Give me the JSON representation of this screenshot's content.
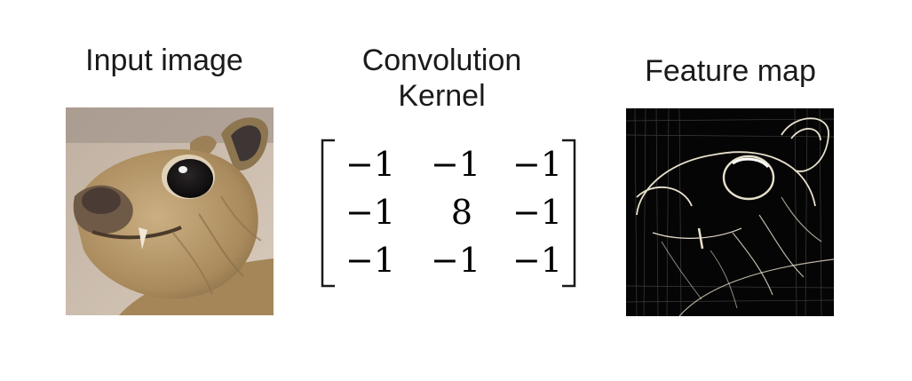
{
  "labels": {
    "input": "Input image",
    "conv_line1": "Convolution",
    "conv_line2": "Kernel",
    "feature": "Feature map"
  },
  "kernel": {
    "rows": [
      [
        "−1",
        "−1",
        "−1"
      ],
      [
        "−1",
        "8",
        "−1"
      ],
      [
        "−1",
        "−1",
        "−1"
      ]
    ]
  },
  "colors": {
    "text": "#1a1a1a",
    "animal_fur": "#b89a6c",
    "background_wall": "#c9b8a6",
    "feature_bg": "#050505",
    "edge_highlight": "#e8e0cc"
  }
}
